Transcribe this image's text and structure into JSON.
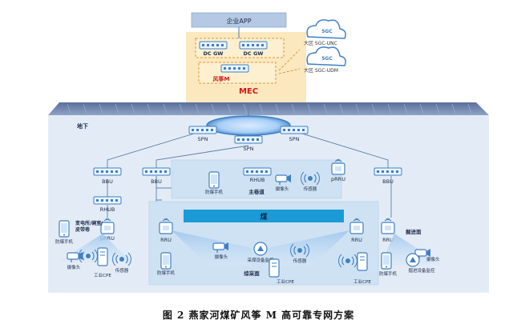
{
  "top": {
    "enterprise_app": "企业APP",
    "dc_gw_1": "DC GW",
    "dc_gw_2": "DC GW",
    "fengzheng_m": "风筝M",
    "mec": "MEC",
    "cloud_unc_badge": "5GC",
    "cloud_unc": "大区 SGC-UNC",
    "cloud_udm_badge": "5GC",
    "cloud_udm": "大区 SGC-UDM"
  },
  "underground": {
    "label": "地下",
    "spn_left": "SPN",
    "spn_center": "SPN",
    "spn_right": "SPN",
    "bbu_1": "BBU",
    "bbu_2": "BBU",
    "bbu_3": "BBU",
    "rhub_left": "RHUB",
    "prru_left": "pRRU",
    "substation_label": "变电所/硐室/\n皮带巷",
    "left_phone": "防爆手机",
    "left_camera": "摄像头",
    "left_cpe": "工业CPE",
    "left_sensor": "传感器"
  },
  "main_transport": {
    "phone": "防爆手机",
    "rhub": "RHUB",
    "camera": "摄像头",
    "sensor": "传感器",
    "prru": "pRRU",
    "label": "主巷道"
  },
  "coal_face": {
    "coal": "煤",
    "rru_left": "RRU",
    "rru_right": "RRU",
    "camera": "摄像头",
    "mining_monitor": "采煤设备监控",
    "sensor": "传感器",
    "phone": "防爆手机",
    "cpe": "工业CPE",
    "label": "综采面",
    "cpe_right": "工业CPE"
  },
  "driving_face": {
    "rru": "RRU",
    "label": "掘进面",
    "camera": "摄像头",
    "phone": "防爆手机",
    "monitor": "掘进设备监控"
  },
  "caption": "图 2  燕家河煤矿风筝 M 高可靠专网方案"
}
